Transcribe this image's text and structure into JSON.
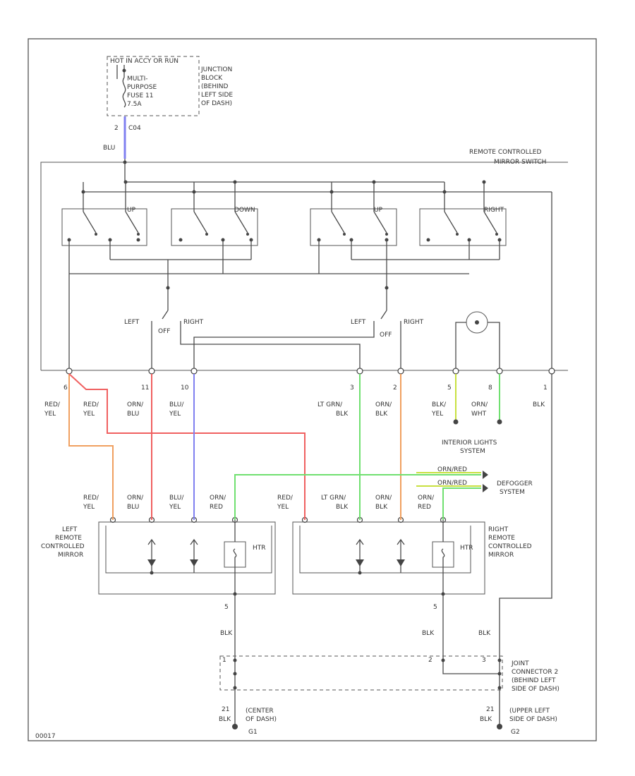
{
  "colors": {
    "blue": "#8080f0",
    "orange": "#f0a060",
    "red": "#f06060",
    "green": "#70e070",
    "yellow_green": "#c8e040",
    "line": "#4a4a4a"
  },
  "fuse_block": {
    "header": "HOT IN ACCY OR RUN",
    "fuse_lines": [
      "MULTI-",
      "PURPOSE",
      "FUSE 11",
      "7.5A"
    ],
    "location_lines": [
      "JUNCTION",
      "BLOCK",
      "(BEHIND",
      "LEFT SIDE",
      "OF DASH)"
    ],
    "pin": "2",
    "connector": "C04",
    "wire": "BLU"
  },
  "switch": {
    "title_lines": [
      "REMOTE CONTROLLED",
      "MIRROR SWITCH"
    ],
    "labels": {
      "up": "UP",
      "down": "DOWN",
      "left": "LEFT",
      "right": "RIGHT"
    },
    "selector": {
      "left": "LEFT",
      "off": "OFF",
      "right": "RIGHT"
    }
  },
  "connector_pins": [
    {
      "pin": "6",
      "wire1": "RED/",
      "wire2": "YEL"
    },
    {
      "pin": "",
      "wire1": "RED/",
      "wire2": "YEL"
    },
    {
      "pin": "11",
      "wire1": "ORN/",
      "wire2": "BLU"
    },
    {
      "pin": "10",
      "wire1": "BLU/",
      "wire2": "YEL"
    },
    {
      "pin": "3",
      "wire1": "LT GRN/",
      "wire2": "BLK"
    },
    {
      "pin": "2",
      "wire1": "ORN/",
      "wire2": "BLK"
    },
    {
      "pin": "5",
      "wire1": "BLK/",
      "wire2": "YEL"
    },
    {
      "pin": "8",
      "wire1": "ORN/",
      "wire2": "WHT"
    },
    {
      "pin": "1",
      "wire1": "BLK",
      "wire2": ""
    }
  ],
  "interior_lights": [
    "INTERIOR LIGHTS",
    "SYSTEM"
  ],
  "defogger": {
    "wire1": "ORN/RED",
    "wire2": "ORN/RED",
    "label": [
      "DEFOGGER",
      "SYSTEM"
    ]
  },
  "left_mirror": {
    "wires": [
      {
        "w1": "RED/",
        "w2": "YEL"
      },
      {
        "w1": "ORN/",
        "w2": "BLU"
      },
      {
        "w1": "BLU/",
        "w2": "YEL"
      },
      {
        "w1": "ORN/",
        "w2": "RED"
      }
    ],
    "label": [
      "LEFT",
      "REMOTE",
      "CONTROLLED",
      "MIRROR"
    ],
    "htr": "HTR",
    "ground_pin": "5",
    "ground_wire": "BLK"
  },
  "right_mirror": {
    "wires": [
      {
        "w1": "RED/",
        "w2": "YEL"
      },
      {
        "w1": "LT GRN/",
        "w2": "BLK"
      },
      {
        "w1": "ORN/",
        "w2": "BLK"
      },
      {
        "w1": "ORN/",
        "w2": "RED"
      }
    ],
    "label": [
      "RIGHT",
      "REMOTE",
      "CONTROLLED",
      "MIRROR"
    ],
    "htr": "HTR",
    "ground_pin": "5",
    "ground_wire": "BLK"
  },
  "switch_ground_wire": "BLK",
  "joint_connector": {
    "label": [
      "JOINT",
      "CONNECTOR 2",
      "(BEHIND LEFT",
      "SIDE OF DASH)"
    ],
    "pins": [
      "1",
      "2",
      "3"
    ]
  },
  "grounds": {
    "left": {
      "pin": "21",
      "wire": "BLK",
      "label": [
        "(CENTER",
        "OF DASH)"
      ],
      "id": "G1"
    },
    "right": {
      "pin": "21",
      "wire": "BLK",
      "label": [
        "(UPPER LEFT",
        "SIDE OF DASH)"
      ],
      "id": "G2"
    }
  },
  "footer_id": "00017"
}
